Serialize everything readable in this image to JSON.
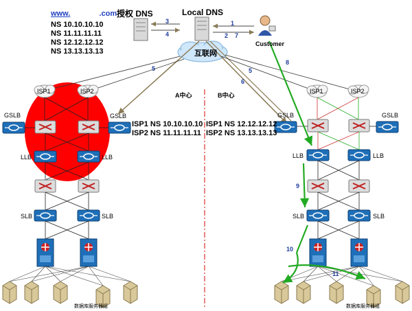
{
  "dns": {
    "url": "www.",
    "url_suffix": ".com",
    "ns_records": [
      "NS 10.10.10.10",
      "NS 11.11.11.11",
      "NS 12.12.12.12",
      "NS 13.13.13.13"
    ],
    "auth_dns_label": "授权 DNS",
    "local_dns_label": "Local DNS",
    "customer_label": "Customer",
    "internet_label": "互联网"
  },
  "centers": {
    "a_label": "A中心",
    "b_label": "B中心",
    "a_ns": [
      "ISP1 NS 10.10.10.10",
      "ISP2 NS 11.11.11.11"
    ],
    "b_ns": [
      "ISP1 NS 12.12.12.12",
      "ISP2 NS 13.13.13.13"
    ]
  },
  "devices": {
    "isp1": "ISP1",
    "isp2": "ISP2",
    "gslb": "GSLB",
    "llb": "LLB",
    "slb": "SLB",
    "db_group": "数据库服务器组"
  },
  "steps": [
    "1",
    "2",
    "3",
    "4",
    "5",
    "5",
    "6",
    "7",
    "8",
    "9",
    "10",
    "11"
  ],
  "colors": {
    "red_region": "#ff0000",
    "green_path": "#22aa22",
    "step_number": "#1f3f9f",
    "device_blue": "#1e6fb8",
    "divider": "#e03030"
  }
}
